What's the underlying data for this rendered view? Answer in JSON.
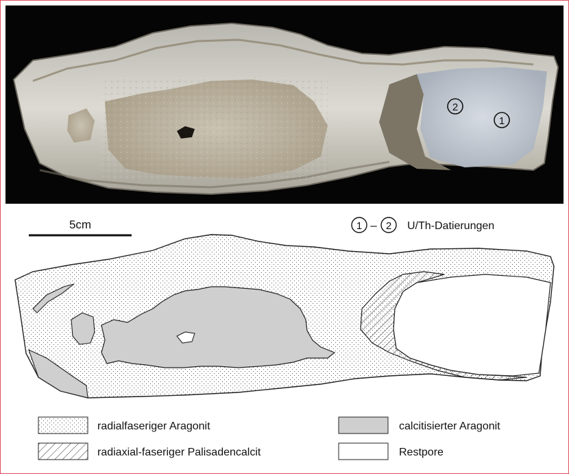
{
  "scale": {
    "label": "5cm"
  },
  "dating": {
    "marker_start": "1",
    "dash": "–",
    "marker_end": "2",
    "label": "U/Th-Datierungen"
  },
  "photo_markers": [
    "2",
    "1"
  ],
  "legend": [
    {
      "pattern": "dots",
      "label": "radialfaseriger Aragonit"
    },
    {
      "pattern": "gray",
      "label": "calcitisierter Aragonit"
    },
    {
      "pattern": "hatch",
      "label": "radiaxial-faseriger Palisadencalcit"
    },
    {
      "pattern": "blank",
      "label": "Restpore"
    }
  ],
  "colors": {
    "frame": "#e05060",
    "gray_fill": "#cfcfcf",
    "photo_bg": "#050505",
    "outline": "#222222"
  }
}
